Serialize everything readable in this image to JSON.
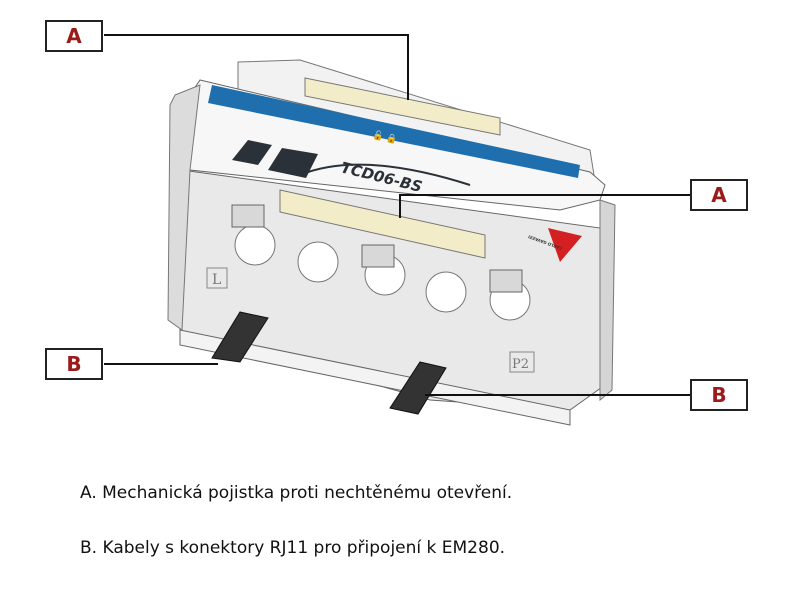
{
  "callouts": {
    "top_a": "A",
    "right_a": "A",
    "left_b": "B",
    "right_b": "B"
  },
  "device": {
    "model": "TCD06-BS",
    "port_label_left": "L",
    "port_label_right": "P2",
    "brand_logo_text": "CARLO GAVAZZI"
  },
  "captions": {
    "a": "A. Mechanická pojistka proti nechtěnému otevření.",
    "b": "B. Kabely s konektory RJ11 pro připojení k EM280."
  },
  "colors": {
    "callout_letter": "#9b1b1b",
    "blue_band": "#1f6fae",
    "latch": "#f3ecc8",
    "logo": "#d42020"
  }
}
